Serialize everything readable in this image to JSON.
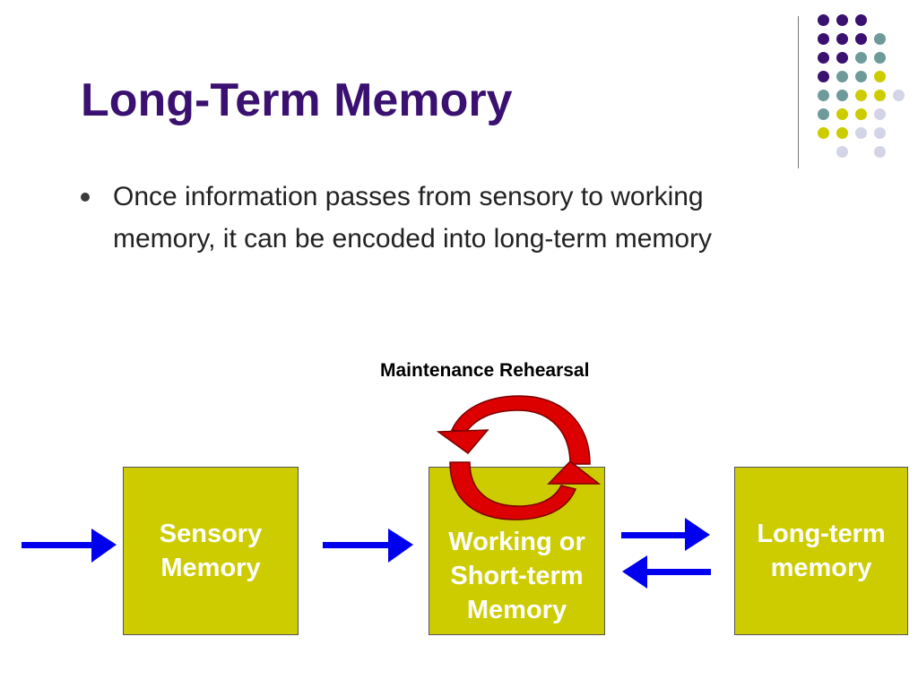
{
  "slide": {
    "title": "Long-Term Memory",
    "bullet": "Once information passes from sensory to working memory, it can be encoded into long-term memory",
    "rehearsal_label": "Maintenance Rehearsal",
    "boxes": {
      "sensory": "Sensory\nMemory",
      "working": "Working or\nShort-term\nMemory",
      "longterm": "Long-term\nmemory"
    }
  },
  "colors": {
    "title": "#3a1070",
    "box_fill": "#cccc00",
    "arrow_blue": "#0000ee",
    "rehearsal_red": "#dd0000",
    "dot_purple": "#3a1070",
    "dot_teal": "#6f9a9a",
    "dot_yellow": "#cccc00",
    "dot_lavender": "#d4d4e8"
  },
  "icons": {
    "corner_decoration": "dot-grid-decoration",
    "flow_arrow": "right-arrow-icon",
    "reverse_arrow": "left-arrow-icon",
    "cycle": "circular-rehearsal-arrows-icon"
  }
}
